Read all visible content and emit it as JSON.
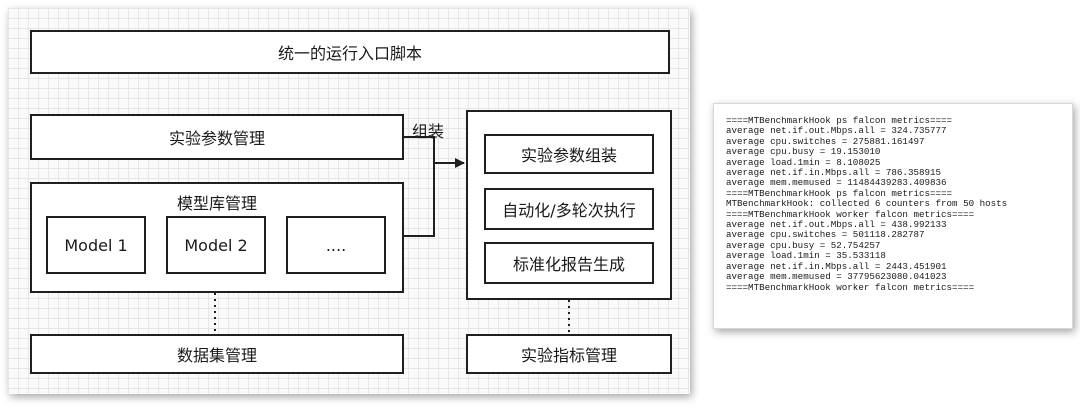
{
  "diagram": {
    "runner_label": "统一的运行入口脚本",
    "experiment_params_label": "实验参数管理",
    "assemble_label": "组装",
    "model_library_label": "模型库管理",
    "models": [
      "Model 1",
      "Model 2",
      "...."
    ],
    "executor": {
      "steps": [
        "实验参数组装",
        "自动化/多轮次执行",
        "标准化报告生成"
      ]
    },
    "dataset_label": "数据集管理",
    "metrics_label": "实验指标管理"
  },
  "log": {
    "lines": [
      "====MTBenchmarkHook ps falcon metrics====",
      "average net.if.out.Mbps.all = 324.735777",
      "average cpu.switches = 275881.161497",
      "average cpu.busy = 19.153010",
      "average load.1min = 8.108025",
      "average net.if.in.Mbps.all = 786.358915",
      "average mem.memused = 11484439283.409836",
      "====MTBenchmarkHook ps falcon metrics====",
      "MTBenchmarkHook: collected 6 counters from 50 hosts",
      "====MTBenchmarkHook worker falcon metrics====",
      "average net.if.out.Mbps.all = 438.992133",
      "average cpu.switches = 501118.282787",
      "average cpu.busy = 52.754257",
      "average load.1min = 35.533118",
      "average net.if.in.Mbps.all = 2443.451901",
      "average mem.memused = 37795623080.041023",
      "====MTBenchmarkHook worker falcon metrics===="
    ]
  }
}
